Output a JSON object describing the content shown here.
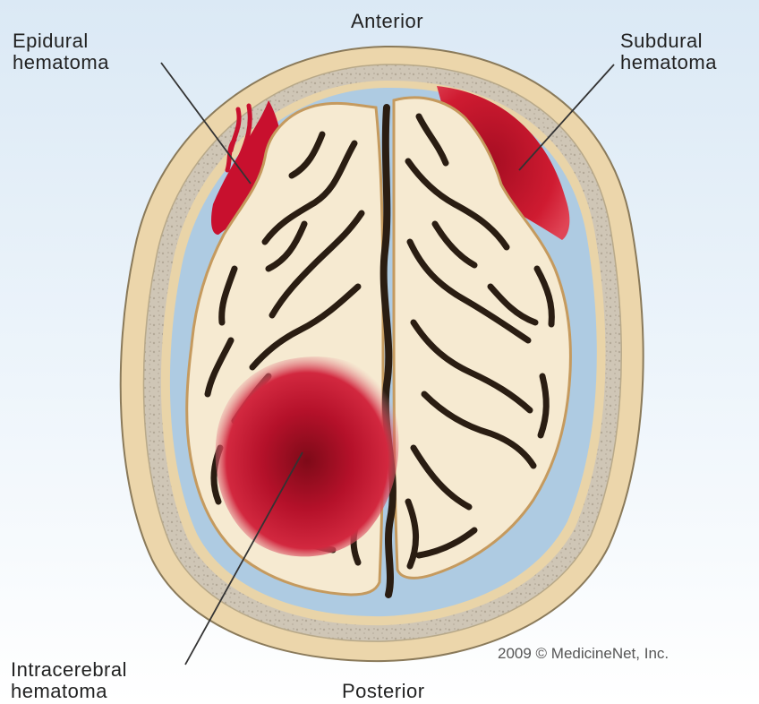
{
  "labels": {
    "anterior": "Anterior",
    "posterior": "Posterior",
    "epidural": {
      "line1": "Epidural",
      "line2": "hematoma"
    },
    "subdural": {
      "line1": "Subdural",
      "line2": "hematoma"
    },
    "intracerebral": {
      "line1": "Intracerebral",
      "line2": "hematoma"
    }
  },
  "copyright": "2009 © MedicineNet, Inc.",
  "colors": {
    "background_top": "#dbe9f5",
    "skull": "#ecd6ab",
    "bone_marrow": "#cbc3b4",
    "csf": "#aecbe2",
    "brain": "#f6ead1",
    "sulci": "#2a1d12",
    "blood": "#c8102e",
    "blood_dark": "#8c0a1c"
  }
}
